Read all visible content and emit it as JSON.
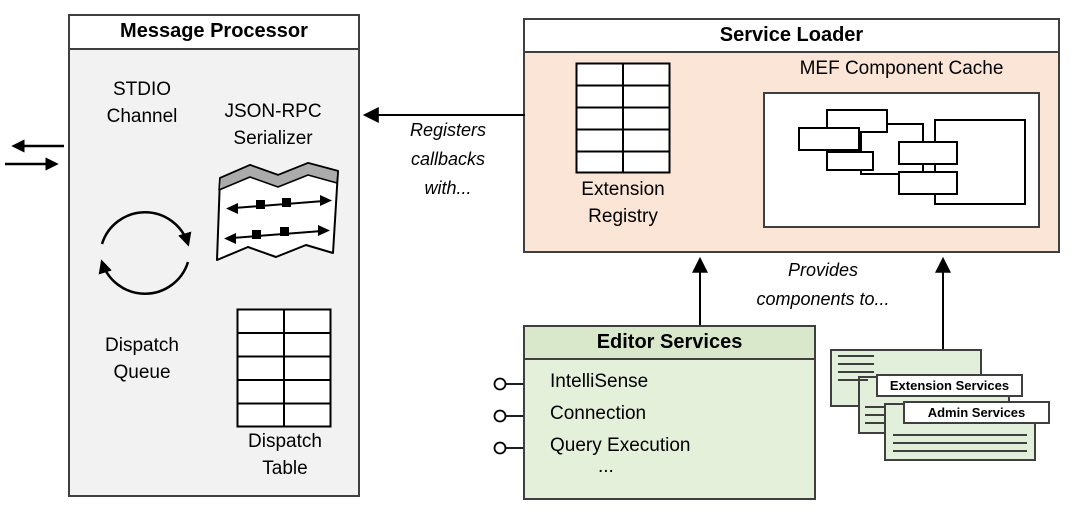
{
  "colors": {
    "border": "#3f3f3f",
    "message_processor_fill": "#f2f2f2",
    "service_loader_fill": "#fbe5d6",
    "editor_services_fill": "#e5f0db",
    "editor_services_header_fill": "#d9e8ca",
    "card_fill": "#e2efda",
    "header_fill": "#ffffff"
  },
  "message_processor": {
    "title": "Message Processor",
    "stdio_channel_label": "STDIO\nChannel",
    "serializer_label": "JSON-RPC\nSerializer",
    "dispatch_queue_label": "Dispatch\nQueue",
    "dispatch_table_label": "Dispatch\nTable"
  },
  "service_loader": {
    "title": "Service Loader",
    "extension_registry_label": "Extension\nRegistry",
    "mef_cache_title": "MEF Component Cache"
  },
  "editor_services": {
    "title": "Editor Services",
    "items": [
      "IntelliSense",
      "Connection",
      "Query Execution",
      "..."
    ]
  },
  "service_stack": {
    "extension_services_label": "Extension Services",
    "admin_services_label": "Admin Services"
  },
  "annotations": {
    "registers_callbacks": "Registers\ncallbacks\nwith...",
    "provides_components": "Provides\ncomponents to..."
  }
}
